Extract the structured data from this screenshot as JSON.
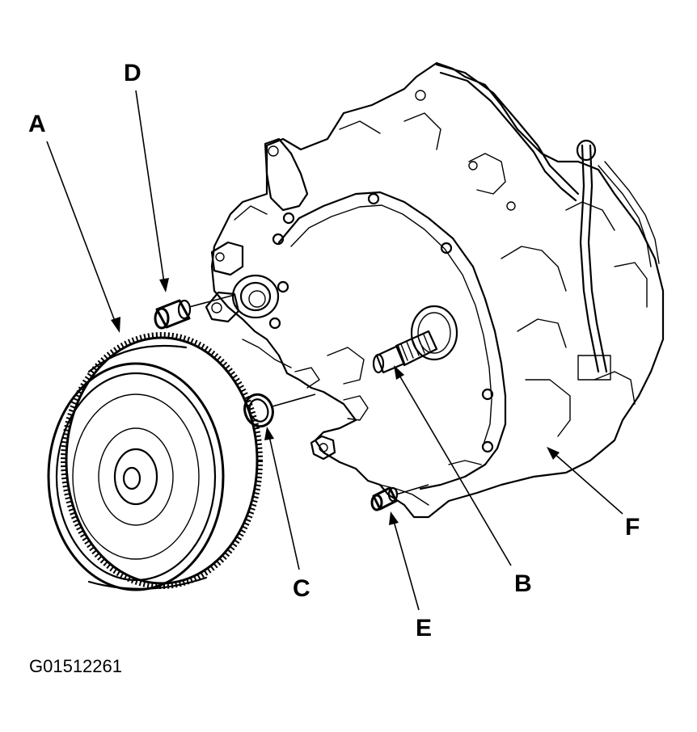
{
  "callouts": {
    "a": "A",
    "b": "B",
    "c": "C",
    "d": "D",
    "e": "E",
    "f": "F"
  },
  "figure_code": "G01512261",
  "colors": {
    "ink": "#000000",
    "background": "#ffffff"
  }
}
